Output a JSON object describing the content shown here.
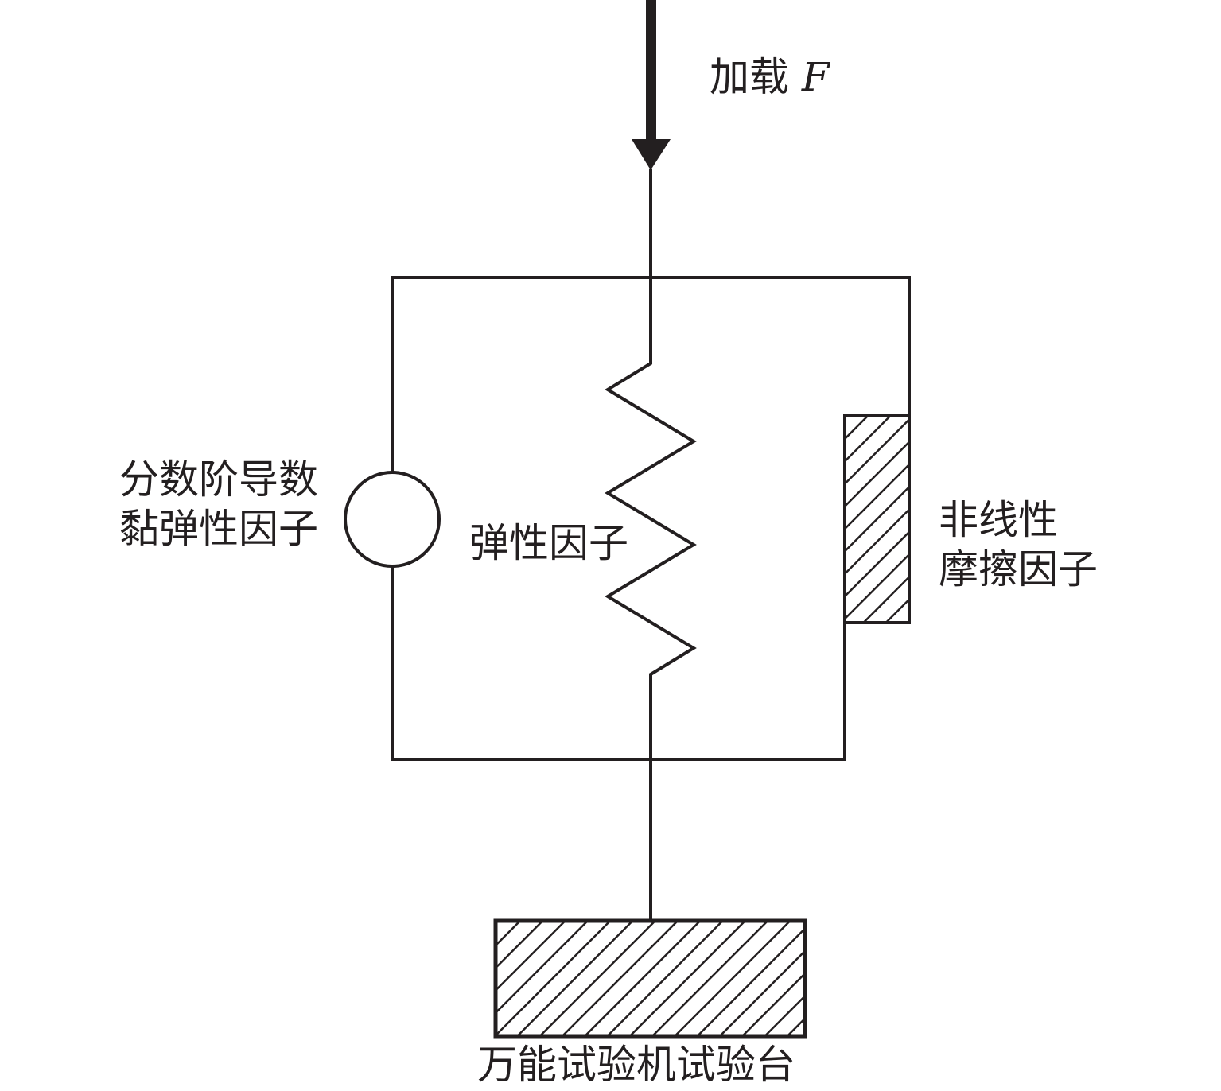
{
  "load": {
    "label": "加载",
    "symbol": "F"
  },
  "components": {
    "fractional_viscoelastic": {
      "line1": "分数阶导数",
      "line2": "黏弹性因子"
    },
    "elastic": {
      "label": "弹性因子"
    },
    "nonlinear_friction": {
      "line1": "非线性",
      "line2": "摩擦因子"
    }
  },
  "base": {
    "label": "万能试验机试验台"
  },
  "colors": {
    "stroke": "#231f20",
    "background": "#ffffff"
  }
}
